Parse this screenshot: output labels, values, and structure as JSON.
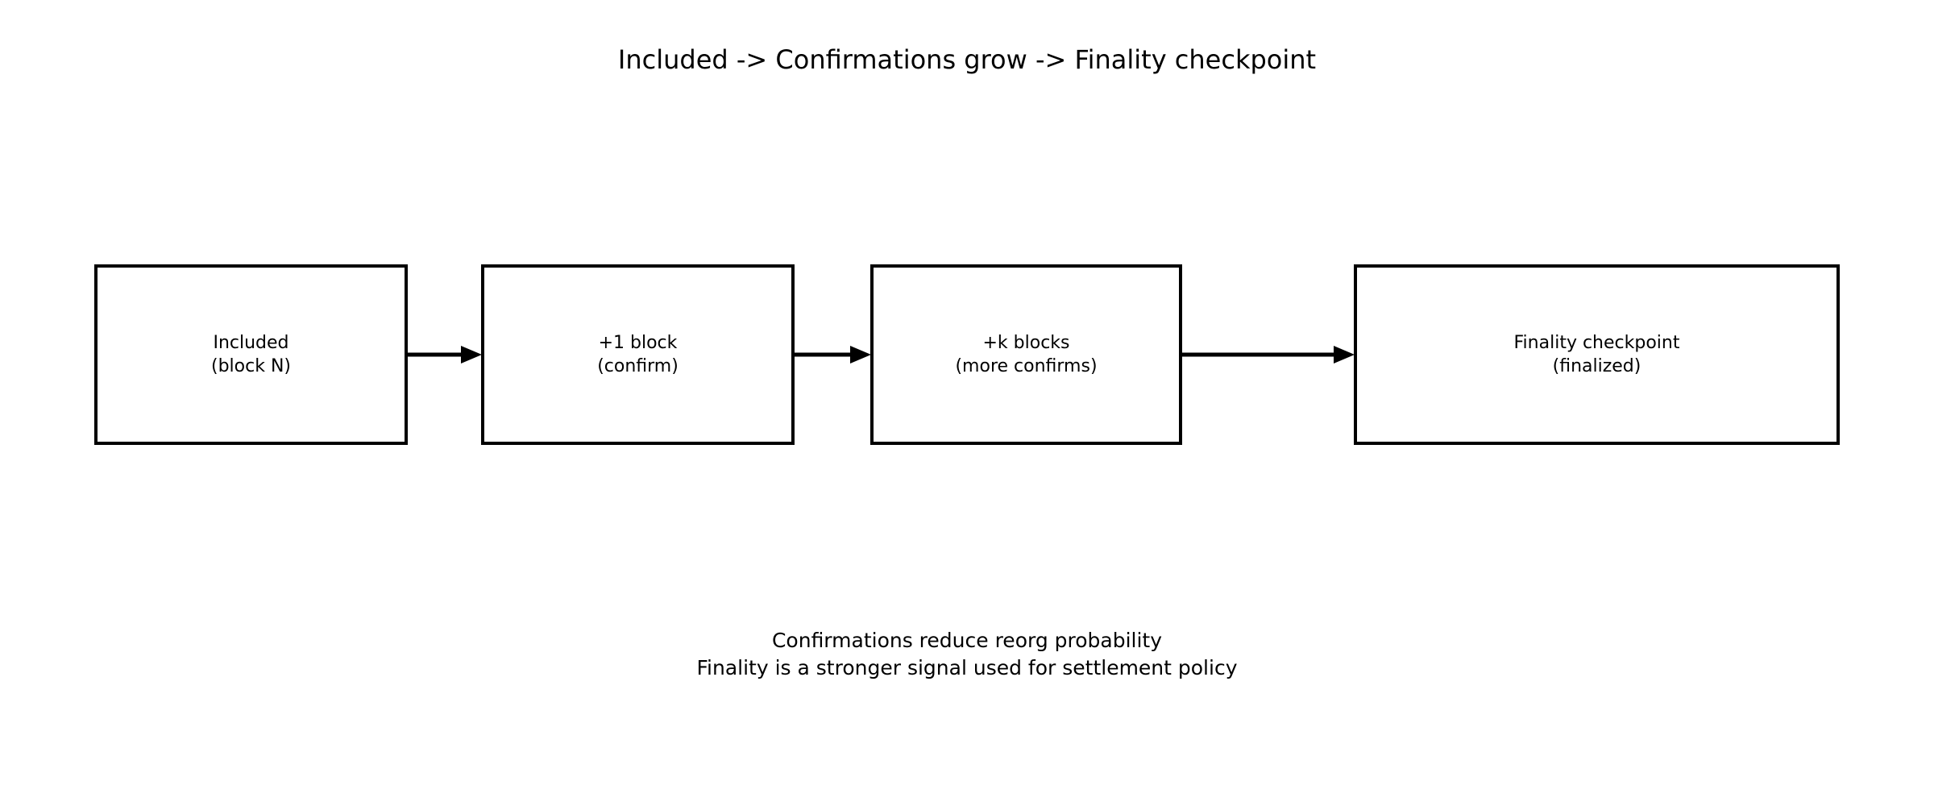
{
  "figure": {
    "title": "Included -> Confirmations grow -> Finality checkpoint",
    "background_color": "#ffffff",
    "stroke_color": "#000000"
  },
  "flow": {
    "nodes": [
      {
        "id": "included",
        "line1": "Included",
        "line2": "(block N)"
      },
      {
        "id": "one-block",
        "line1": "+1 block",
        "line2": "(confirm)"
      },
      {
        "id": "k-blocks",
        "line1": "+k blocks",
        "line2": "(more confirms)"
      },
      {
        "id": "finality",
        "line1": "Finality checkpoint",
        "line2": "(finalized)"
      }
    ],
    "arrows": [
      {
        "id": "arrow-1",
        "from": "included",
        "to": "one-block",
        "label": ""
      },
      {
        "id": "arrow-2",
        "from": "one-block",
        "to": "k-blocks",
        "label": ""
      },
      {
        "id": "arrow-3",
        "from": "k-blocks",
        "to": "finality",
        "label": ""
      }
    ]
  },
  "caption": {
    "line1": "Confirmations reduce reorg probability",
    "line2": "Finality is a stronger signal used for settlement policy"
  },
  "icons": {
    "arrow": "arrow-right-icon"
  }
}
